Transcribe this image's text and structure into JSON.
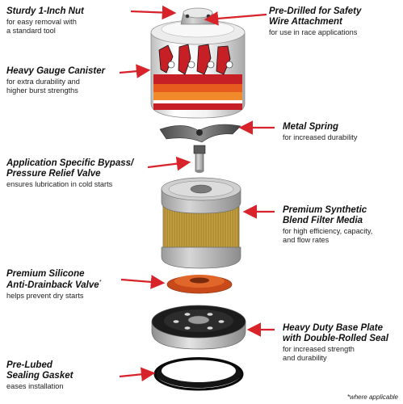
{
  "colors": {
    "arrow": "#d8232a",
    "canister_white": "#f4f4f4",
    "kn_red": "#c62026",
    "kn_orange": "#e85b1e",
    "media_yellow": "#d9b64a",
    "silicone_orange": "#d2541f",
    "gasket_black": "#151515",
    "plate_gray": "#b9b9b9"
  },
  "callouts": {
    "nut": {
      "title": "Sturdy 1-Inch Nut",
      "desc": [
        "for easy removal with",
        "a standard tool"
      ]
    },
    "wire": {
      "title": [
        "Pre-Drilled for Safety",
        "Wire Attachment"
      ],
      "desc": [
        "for use in race applications"
      ]
    },
    "canister": {
      "title": "Heavy Gauge Canister",
      "desc": [
        "for extra durability and",
        "higher burst strengths"
      ]
    },
    "spring": {
      "title": "Metal Spring",
      "desc": [
        "for increased durability"
      ]
    },
    "bypass": {
      "title": [
        "Application Specific Bypass/",
        "Pressure Relief Valve"
      ],
      "desc": [
        "ensures lubrication in cold starts"
      ]
    },
    "media": {
      "title": [
        "Premium Synthetic",
        "Blend Filter Media"
      ],
      "desc": [
        "for high efficiency, capacity,",
        "and flow rates"
      ]
    },
    "antidrain": {
      "title": [
        "Premium Silicone",
        "Anti-Drainback Valve"
      ],
      "star": "*",
      "desc": [
        "helps prevent dry starts"
      ]
    },
    "baseplate": {
      "title": [
        "Heavy Duty Base Plate",
        "with Double-Rolled Seal"
      ],
      "desc": [
        "for increased strength",
        "and durability"
      ]
    },
    "gasket": {
      "title": [
        "Pre-Lubed",
        "Sealing Gasket"
      ],
      "desc": [
        "eases installation"
      ]
    }
  },
  "footnote": "*where applicable",
  "icons": {
    "arrow": "arrow-icon"
  }
}
